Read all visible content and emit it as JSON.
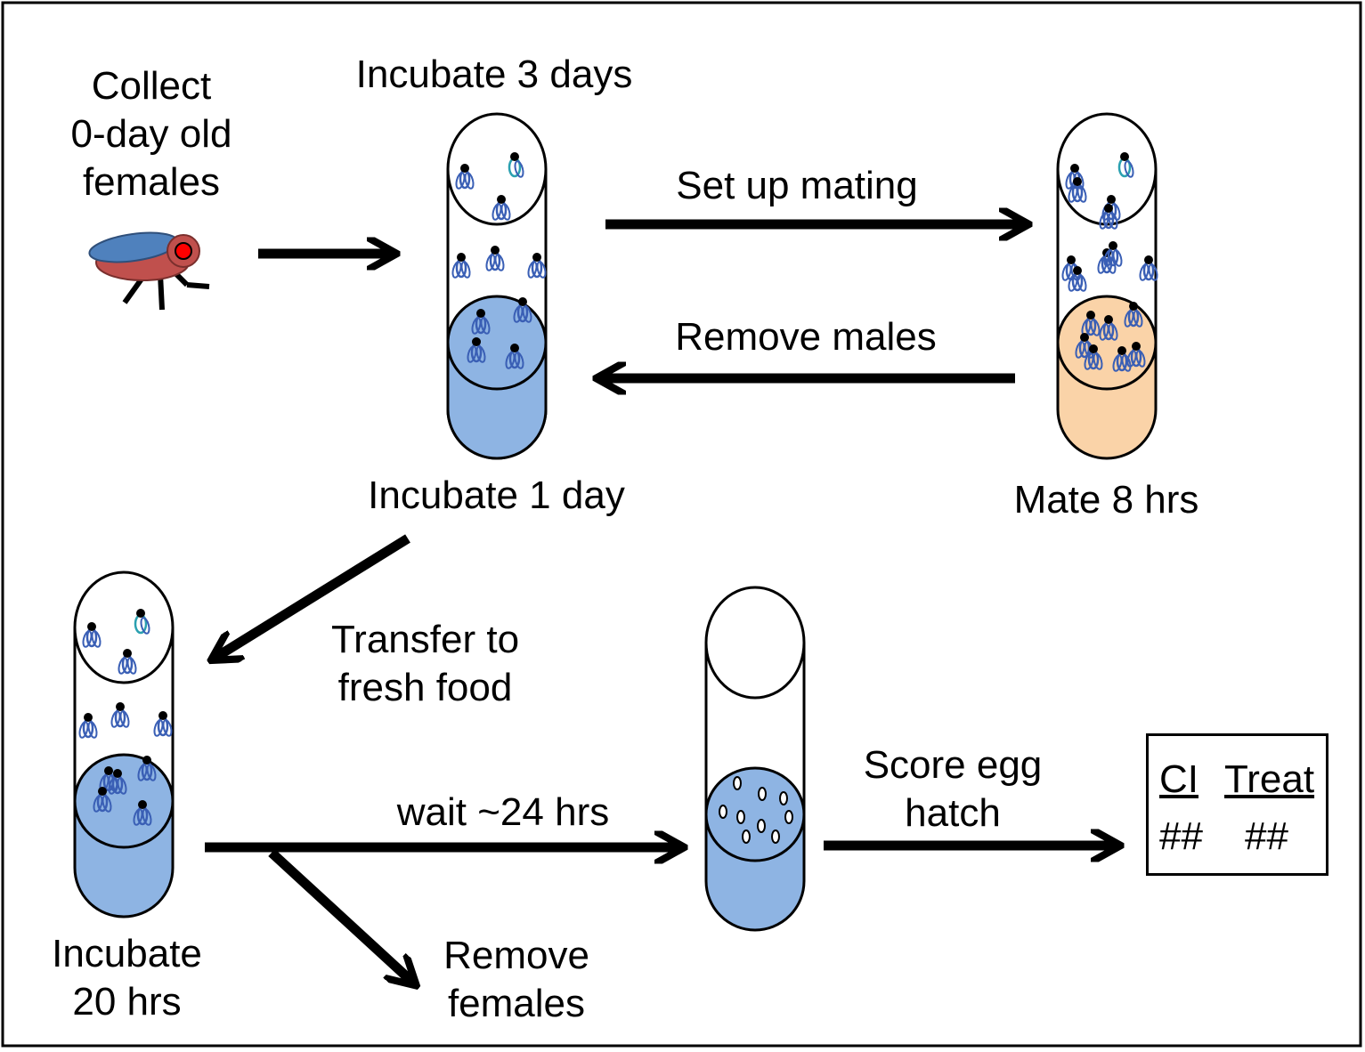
{
  "labels": {
    "collect": [
      "Collect",
      "0-day old",
      "females"
    ],
    "incubate3": "Incubate 3 days",
    "setup_mating": "Set up mating",
    "remove_males": "Remove males",
    "incubate1": "Incubate 1 day",
    "mate8": "Mate 8 hrs",
    "transfer": [
      "Transfer to",
      "fresh food"
    ],
    "incubate20": [
      "Incubate",
      "20 hrs"
    ],
    "wait24": "wait ~24 hrs",
    "remove_females": [
      "Remove",
      "females"
    ],
    "score": [
      "Score egg",
      "hatch"
    ]
  },
  "result_table": {
    "headers": [
      "CI",
      "Treat"
    ],
    "values": [
      "##",
      "##"
    ]
  },
  "colors": {
    "blue_food": "#8eb4e3",
    "orange_food": "#fad3a8",
    "fly_body": "#3a5fb5",
    "fly_head": "#000000",
    "fly_icon_body": "#c0504d",
    "fly_icon_eye": "#ff0000",
    "fly_icon_wing": "#4f81bd"
  }
}
